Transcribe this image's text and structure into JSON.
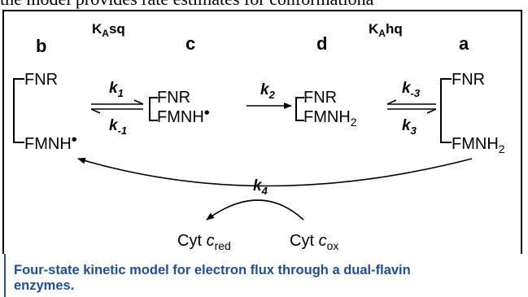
{
  "header": {
    "top_text": "the model provides rate estimates for conformationa"
  },
  "states": {
    "b": {
      "label": "b",
      "color": "#000000",
      "top": "FNR",
      "bottom": "FMNH",
      "radical": "•"
    },
    "c": {
      "label": "c",
      "color": "#3cb040",
      "top": "FNR",
      "bottom": "FMNH",
      "radical": "•"
    },
    "d": {
      "label": "d",
      "color": "#1c3fe0",
      "top": "FNR",
      "bottom": "FMNH",
      "sub": "2"
    },
    "a": {
      "label": "a",
      "color": "#f0582a",
      "top": "FNR",
      "bottom": "FMNH",
      "sub": "2"
    }
  },
  "equilibria": {
    "sq": {
      "base": "K",
      "sub": "A",
      "tail": "sq"
    },
    "hq": {
      "base": "K",
      "sub": "A",
      "tail": "hq"
    }
  },
  "rates": {
    "k1": {
      "base": "k",
      "sub": "1"
    },
    "km1": {
      "base": "k",
      "sub": "-1"
    },
    "k2": {
      "base": "k",
      "sub": "2"
    },
    "km3": {
      "base": "k",
      "sub": "-3"
    },
    "k3": {
      "base": "k",
      "sub": "3"
    },
    "k4": {
      "base": "k",
      "sub": "4"
    }
  },
  "cytochrome": {
    "red": {
      "prefix": "Cyt ",
      "c": "c",
      "sub": "red"
    },
    "ox": {
      "prefix": "Cyt ",
      "c": "c",
      "sub": "ox"
    }
  },
  "caption": {
    "line1": "Four-state kinetic model for electron flux through a dual-flavin",
    "line2": "enzymes."
  }
}
